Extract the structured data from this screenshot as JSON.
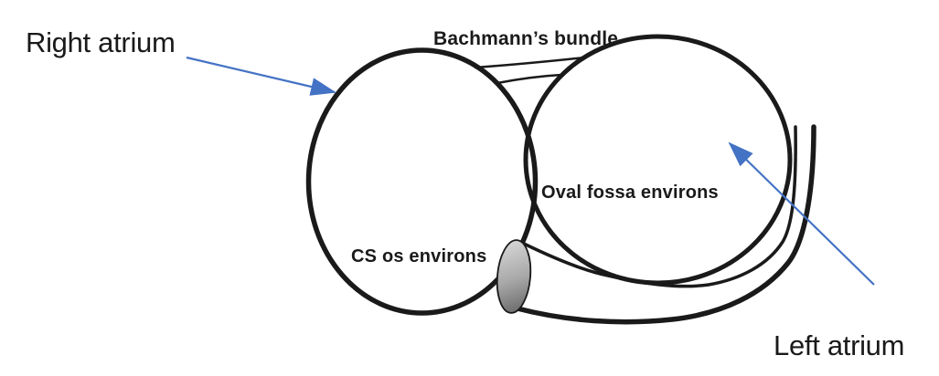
{
  "diagram": {
    "labels": {
      "right_atrium": "Right atrium",
      "left_atrium": "Left atrium",
      "bachmanns_bundle": "Bachmann’s bundle",
      "oval_fossa_environs": "Oval fossa environs",
      "cs_os_environs": "CS os environs"
    },
    "colors": {
      "arrow_blue": "#4472C4",
      "line_black": "#1a1a1a",
      "background": "#ffffff",
      "cs_os_gradient_light": "#d6d6d6",
      "cs_os_gradient_mid": "#a8a8a8",
      "cs_os_gradient_dark": "#6e6e6e"
    }
  }
}
